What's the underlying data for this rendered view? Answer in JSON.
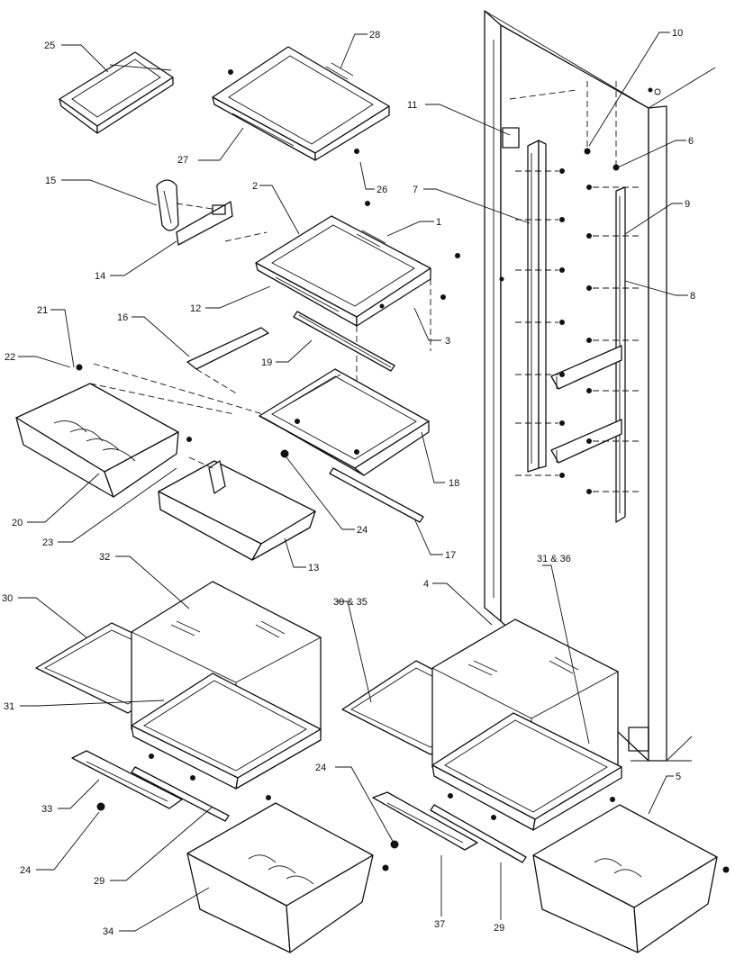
{
  "labels": {
    "p1": "1",
    "p2": "2",
    "p3": "3",
    "p4": "4",
    "p5": "5",
    "p6": "6",
    "p7": "7",
    "p8": "8",
    "p9": "9",
    "p10": "10",
    "p11": "11",
    "p12": "12",
    "p13": "13",
    "p14": "14",
    "p15": "15",
    "p16": "16",
    "p17": "17",
    "p18": "18",
    "p19": "19",
    "p20": "20",
    "p21": "21",
    "p22": "22",
    "p23": "23",
    "p24a": "24",
    "p24b": "24",
    "p24c": "24",
    "p25": "25",
    "p26": "26",
    "p27": "27",
    "p28": "28",
    "p29a": "29",
    "p29b": "29",
    "p30": "30",
    "p30_35": "30 & 35",
    "p31": "31",
    "p31_36": "31 & 36",
    "p32": "32",
    "p33": "33",
    "p34": "34",
    "p37": "37"
  }
}
